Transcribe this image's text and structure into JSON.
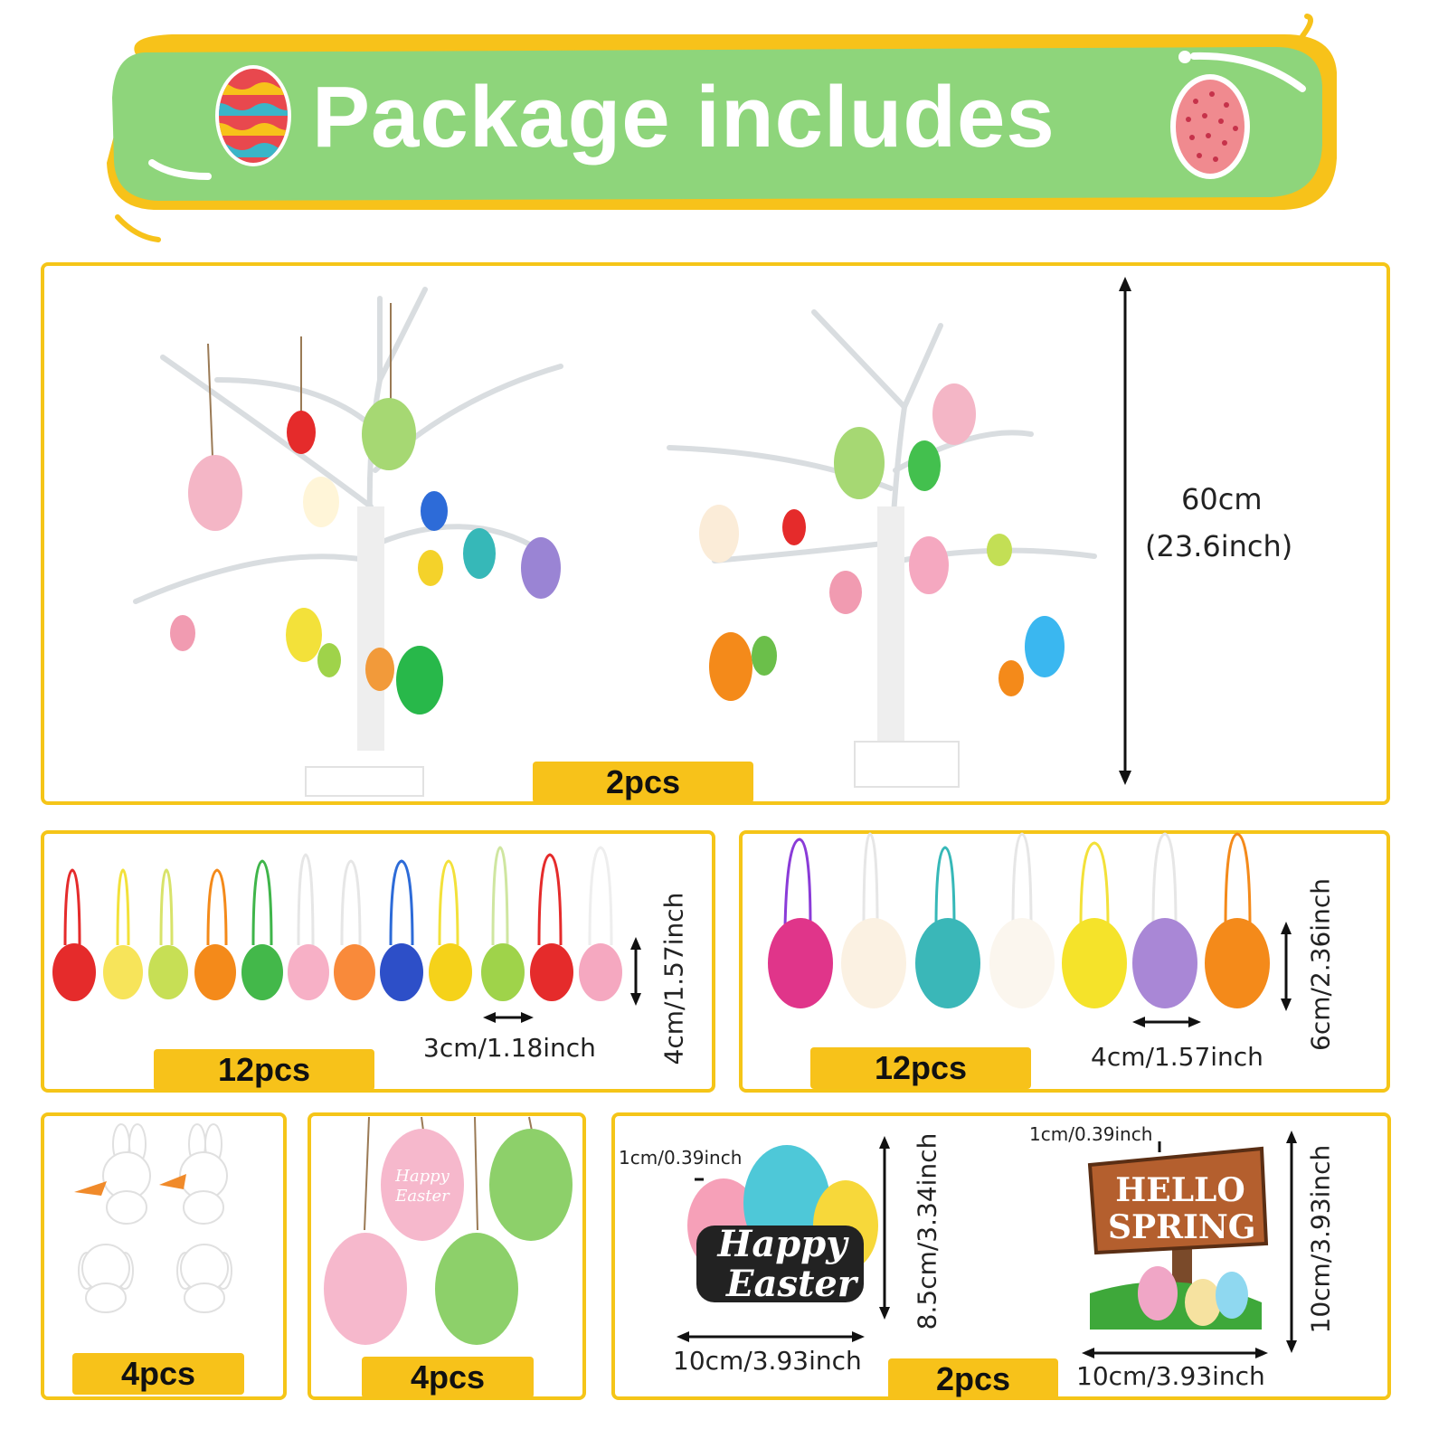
{
  "header": {
    "title": "Package includes"
  },
  "sections": {
    "trees": {
      "count": "2pcs",
      "height_label": "60cm",
      "height_label_in": "(23.6inch)"
    },
    "small_eggs": {
      "count": "12pcs",
      "width_label": "3cm/1.18inch",
      "height_label": "4cm/1.57inch"
    },
    "large_eggs": {
      "count": "12pcs",
      "width_label": "4cm/1.57inch",
      "height_label": "6cm/2.36inch"
    },
    "bunnies": {
      "count": "4pcs"
    },
    "wood_eggs": {
      "count": "4pcs",
      "text": "Happy Easter"
    },
    "signs": {
      "count": "2pcs",
      "left": {
        "thickness": "1cm/0.39inch",
        "height": "8.5cm/3.34inch",
        "width": "10cm/3.93inch",
        "text_line1": "Happy",
        "text_line2": "Easter"
      },
      "right": {
        "thickness": "1cm/0.39inch",
        "height": "10cm/3.93inch",
        "width": "10cm/3.93inch",
        "text_line1": "HELLO",
        "text_line2": "SPRING"
      }
    }
  },
  "colors": {
    "banner_green": "#8ed57b",
    "accent_yellow": "#f7c21a",
    "border": "#f5c518"
  }
}
